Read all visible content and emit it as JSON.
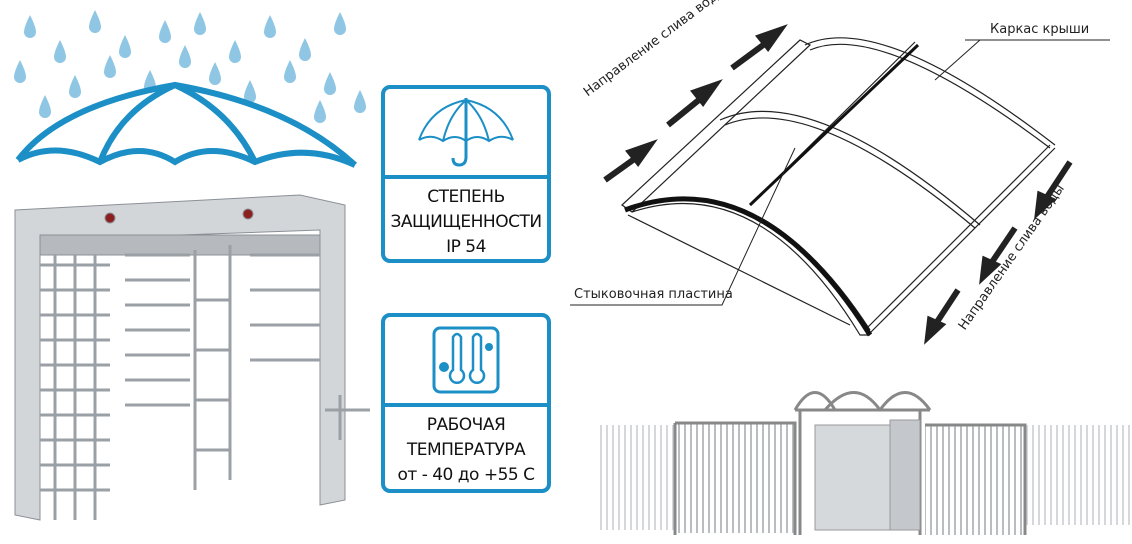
{
  "colors": {
    "accent": "#1b8fc6",
    "rain": "#8ec6e4",
    "metal": "#c9cdd1"
  },
  "protection_card": {
    "icon": "umbrella-icon",
    "lines": [
      "СТЕПЕНЬ",
      "ЗАЩИЩЕННОСТИ",
      "IP 54"
    ]
  },
  "temperature_card": {
    "icon": "thermometers-icon",
    "lines": [
      "РАБОЧАЯ",
      "ТЕМПЕРАТУРА",
      "от - 40 до +55  С"
    ]
  },
  "roof_diagram": {
    "water_direction_top": "Направление слива воды",
    "water_direction_bottom": "Направление слива воды",
    "roof_frame": "Каркас крыши",
    "joint_plate": "Стыковочная пластина"
  }
}
